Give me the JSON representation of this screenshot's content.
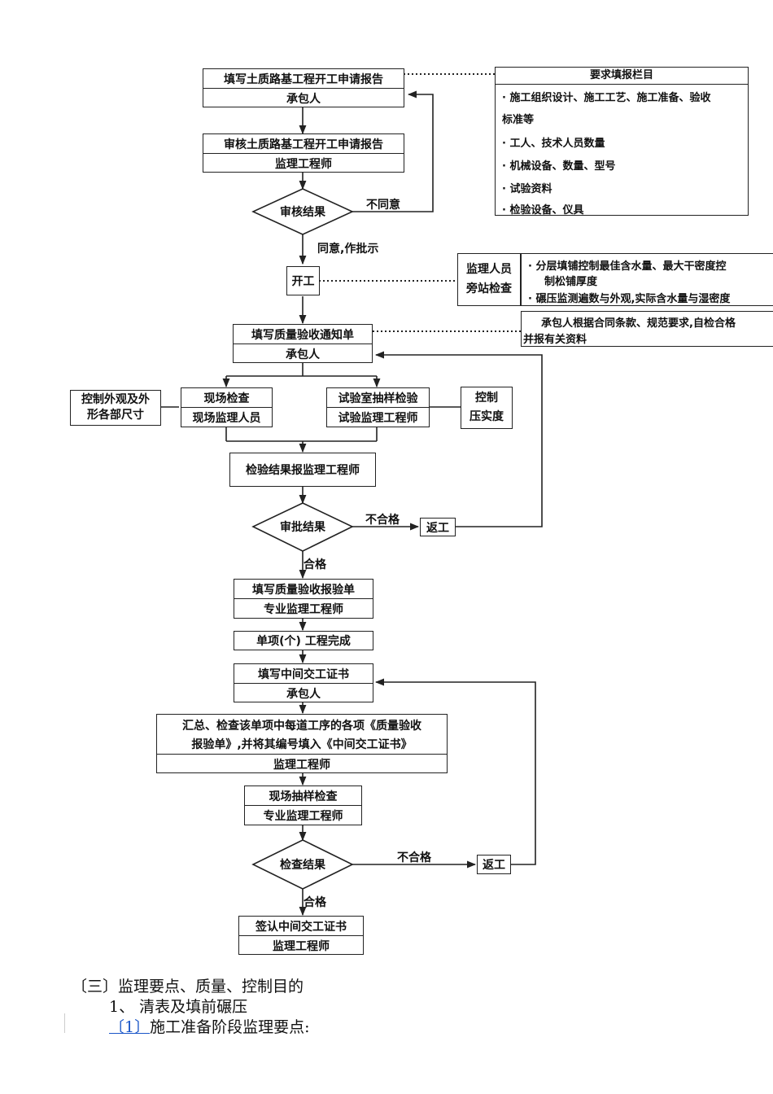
{
  "flow": {
    "apply_report": "填写土质路基工程开工申请报告",
    "apply_role": "承包人",
    "review_report": "审核土质路基工程开工申请报告",
    "review_role": "监理工程师",
    "review_result": "审核结果",
    "disagree": "不同意",
    "agree": "同意,作批示",
    "start": "开工",
    "quality_notice": "填写质量验收通知单",
    "quality_notice_role": "承包人",
    "site_check": "现场检查",
    "site_check_role": "现场监理人员",
    "lab_check": "试验室抽样检验",
    "lab_check_role": "试验监理工程师",
    "control_outer": "控制外观及外形各部尺寸",
    "control_outer_l1": "控制外观及外",
    "control_outer_l2": "形各部尺寸",
    "control_comp_l1": "控制",
    "control_comp_l2": "压实度",
    "report_result": "检验结果报监理工程师",
    "approve_result": "审批结果",
    "fail1": "不合格",
    "rework1": "返工",
    "pass1": "合格",
    "fill_report": "填写质量验收报验单",
    "fill_report_role": "专业监理工程师",
    "item_done": "单项(个) 工程完成",
    "fill_cert": "填写中间交工证书",
    "fill_cert_role": "承包人",
    "summary_l1": "汇总、检查该单项中每道工序的各项《质量验收",
    "summary_l2": "报验单》,并将其编号填入《中间交工证书》",
    "summary_role": "监理工程师",
    "sample_check": "现场抽样检查",
    "sample_check_role": "专业监理工程师",
    "check_result": "检查结果",
    "fail2": "不合格",
    "rework2": "返工",
    "pass2": "合格",
    "sign_cert": "签认中间交工证书",
    "sign_cert_role": "监理工程师"
  },
  "notes": {
    "req_title": "要求填报栏目",
    "req_1a": "· 施工组织设计、施工工艺、施工准备、验收",
    "req_1b": "标准等",
    "req_2": "· 工人、技术人员数量",
    "req_3": "· 机械设备、数量、型号",
    "req_4": "· 试验资料",
    "req_5": "· 检验设备、仪具",
    "supervisor_l1": "监理人员",
    "supervisor_l2": "旁站检查",
    "sup_1a": "· 分层填铺控制最佳含水量、最大干密度控",
    "sup_1b": "制松铺厚度",
    "sup_2": "· 碾压监测遍数与外观,实际含水量与湿密度",
    "contractor_l1": "承包人根据合同条款、规范要求,自检合格",
    "contractor_l2": "并报有关资料"
  },
  "text": {
    "section": "〔三〕监理要点、质量、控制目的",
    "item1": "1、   清表及填前碾压",
    "item1_1_num": "〔1〕",
    "item1_1_text": "施工准备阶段监理要点:"
  }
}
